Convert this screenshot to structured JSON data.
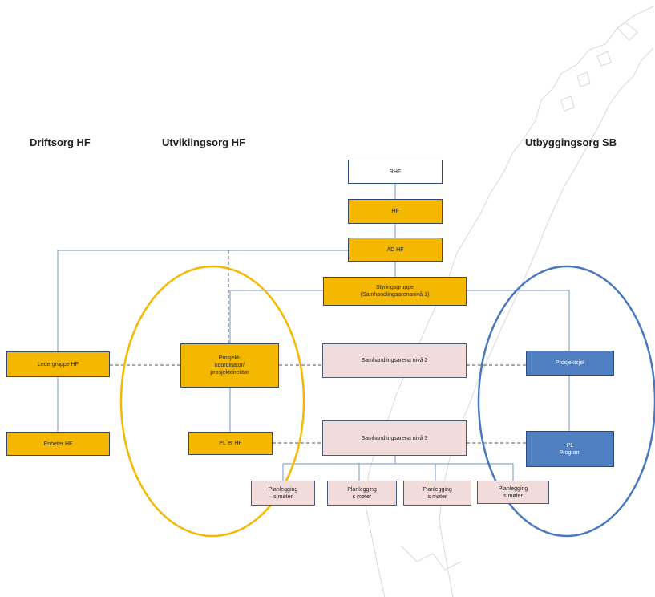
{
  "columns": {
    "left": "Driftsorg HF",
    "middle": "Utviklingsorg HF",
    "right": "Utbyggingsorg SB"
  },
  "nodes": {
    "rhf": "RHF",
    "hf": "HF",
    "ad_hf": "AD HF",
    "styringsgruppe": "Styringsgruppe\n(Samhandlingsarenanivå 1)",
    "ledergruppe": "Ledergruppe HF",
    "prosjektkoordinator": "Prosjekt-\nkoordinator/\nprosjektdirektør",
    "samhandling_2": "Samhandlingsarena nivå 2",
    "prosjektsjef": "Prosjektsjef",
    "enheter": "Enheter HF",
    "pl_er": "PL`er HF",
    "samhandling_3": "Samhandlingsarena nivå 3",
    "pl_program": "PL\nProgram",
    "planlegging_1": "Planlegging\ns møter",
    "planlegging_2": "Planlegging\ns møter",
    "planlegging_3": "Planlegging\ns møter",
    "planlegging_4": "Planlegging\ns møter"
  },
  "colors": {
    "orange": "#f5b800",
    "pink": "#f2dcdb",
    "blue": "#4f7fc1",
    "line": "#8aa6cf",
    "ellipse_orange": "#f5b800",
    "ellipse_blue": "#4a78bf",
    "map_outline": "#cfcfcf"
  }
}
